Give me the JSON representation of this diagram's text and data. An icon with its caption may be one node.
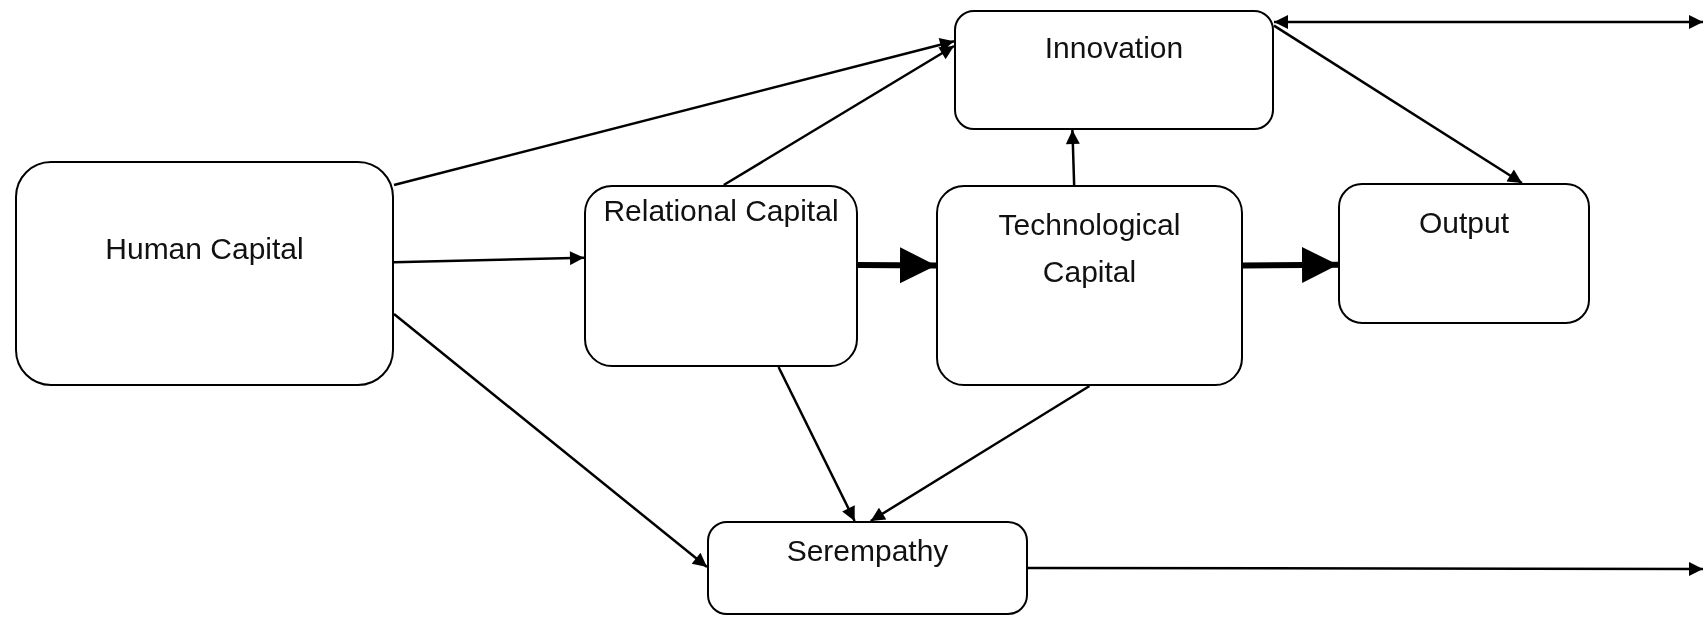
{
  "diagram": {
    "nodes": [
      {
        "text": [
          "Human Capital"
        ]
      },
      {
        "text": [
          "Innovation"
        ]
      },
      {
        "text": [
          "Relational Capital"
        ]
      },
      {
        "text": [
          "Technological Capital"
        ]
      },
      {
        "text": [
          "Output"
        ]
      },
      {
        "text": [
          "Serempathy"
        ]
      }
    ],
    "edges": [
      {
        "from": 0,
        "to": 1,
        "arrow": "to"
      },
      {
        "from": 0,
        "to": 2,
        "arrow": "to"
      },
      {
        "from": 0,
        "to": 5,
        "arrow": "to"
      },
      {
        "from": 2,
        "to": 1,
        "arrow": "to"
      },
      {
        "from": 2,
        "to": 3,
        "arrow": "to",
        "style": "thick"
      },
      {
        "from": 3,
        "to": 1,
        "arrow": "to"
      },
      {
        "from": 3,
        "to": 4,
        "arrow": "to",
        "style": "thick"
      },
      {
        "from": 2,
        "to": 5,
        "arrow": "to"
      },
      {
        "from": 3,
        "to": 5,
        "arrow": "to"
      },
      {
        "from": 1,
        "to": 4,
        "arrow": "to"
      },
      {
        "from": 1,
        "to": null,
        "arrow": "both"
      },
      {
        "from": 5,
        "to": null,
        "arrow": "to"
      }
    ]
  }
}
